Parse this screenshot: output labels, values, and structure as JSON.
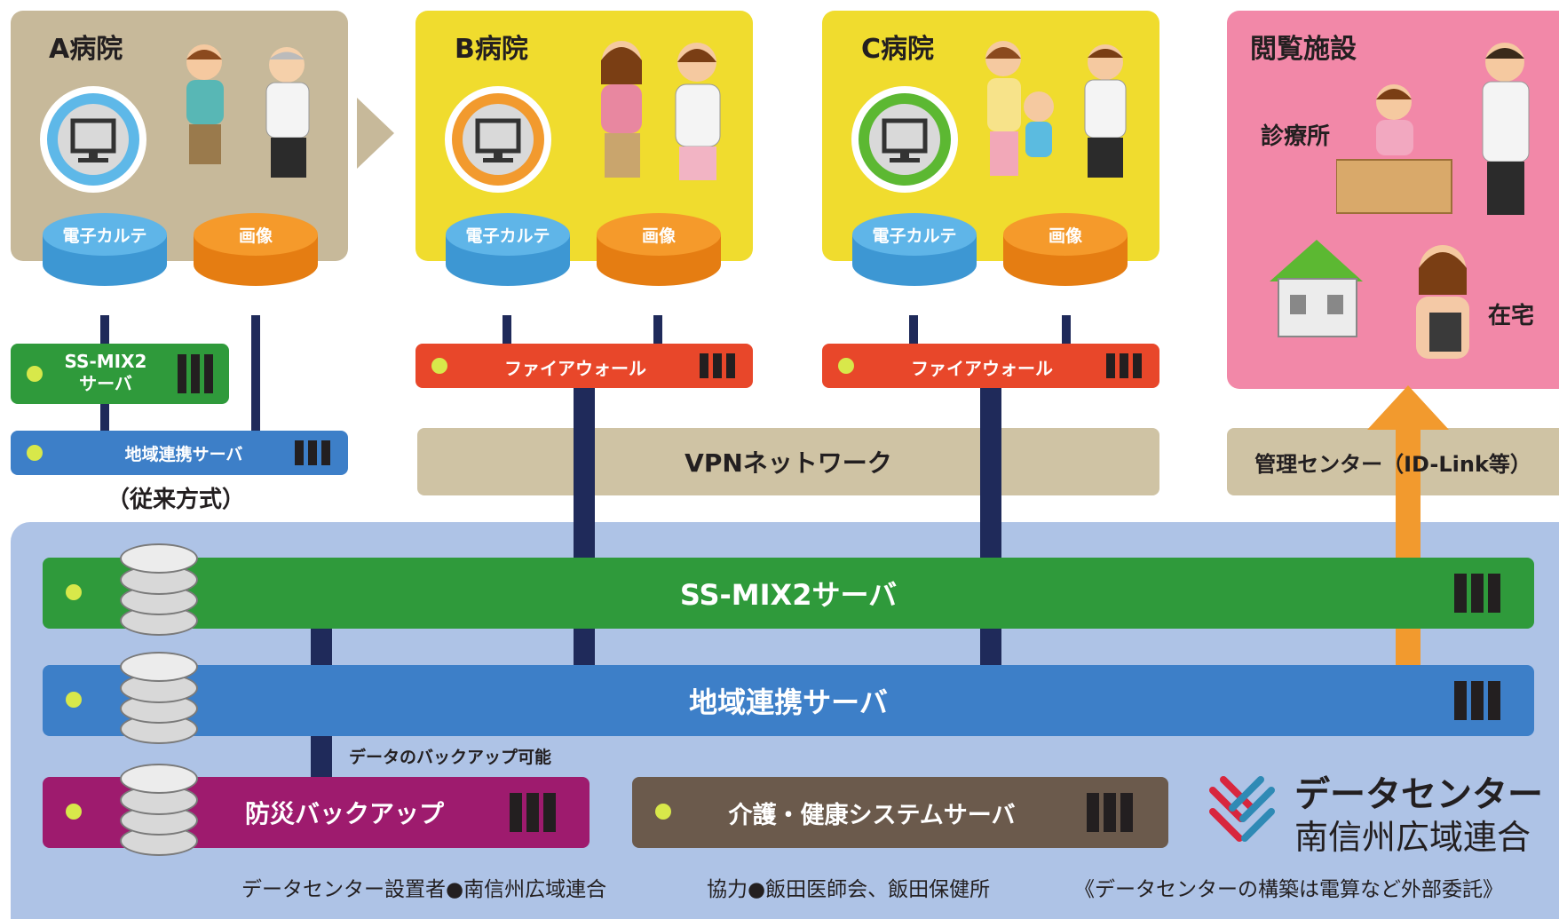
{
  "hospitals": [
    {
      "name": "A病院",
      "record_label": "電子カルテ",
      "image_label": "画像"
    },
    {
      "name": "B病院",
      "record_label": "電子カルテ",
      "image_label": "画像"
    },
    {
      "name": "C病院",
      "record_label": "電子カルテ",
      "image_label": "画像"
    }
  ],
  "viewing": {
    "title": "閲覧施設",
    "clinic": "診療所",
    "home": "在宅"
  },
  "legacy": {
    "ssmix_line1": "SS-MIX2",
    "ssmix_line2": "サーバ",
    "regional": "地域連携サーバ",
    "caption": "（従来方式）"
  },
  "firewall_label": "ファイアウォール",
  "vpn_label": "VPNネットワーク",
  "management_label": "管理センター（ID-Link等）",
  "datacenter": {
    "ssmix_server": "SS-MIX2サーバ",
    "regional_server": "地域連携サーバ",
    "backup_note": "データのバックアップ可能",
    "disaster_backup": "防災バックアップ",
    "care_server": "介護・健康システムサーバ",
    "logo_line1": "データセンター",
    "logo_line2": "南信州広域連合",
    "footer_installer": "データセンター設置者●南信州広域連合",
    "footer_cooperation": "協力●飯田医師会、飯田保健所",
    "footer_note": "《データセンターの構築は電算など外部委託》"
  },
  "colors": {
    "hospital_a": "#c7b99a",
    "hospital_bc": "#f0dc2e",
    "viewing": "#f288a8",
    "datacenter_bg": "#aec3e6",
    "green_server": "#2f9a3b",
    "blue_server": "#3d7fc8",
    "backup": "#9e1b6e",
    "care": "#6b5a4c",
    "firewall": "#e8472a",
    "vpn": "#cfc3a4"
  }
}
